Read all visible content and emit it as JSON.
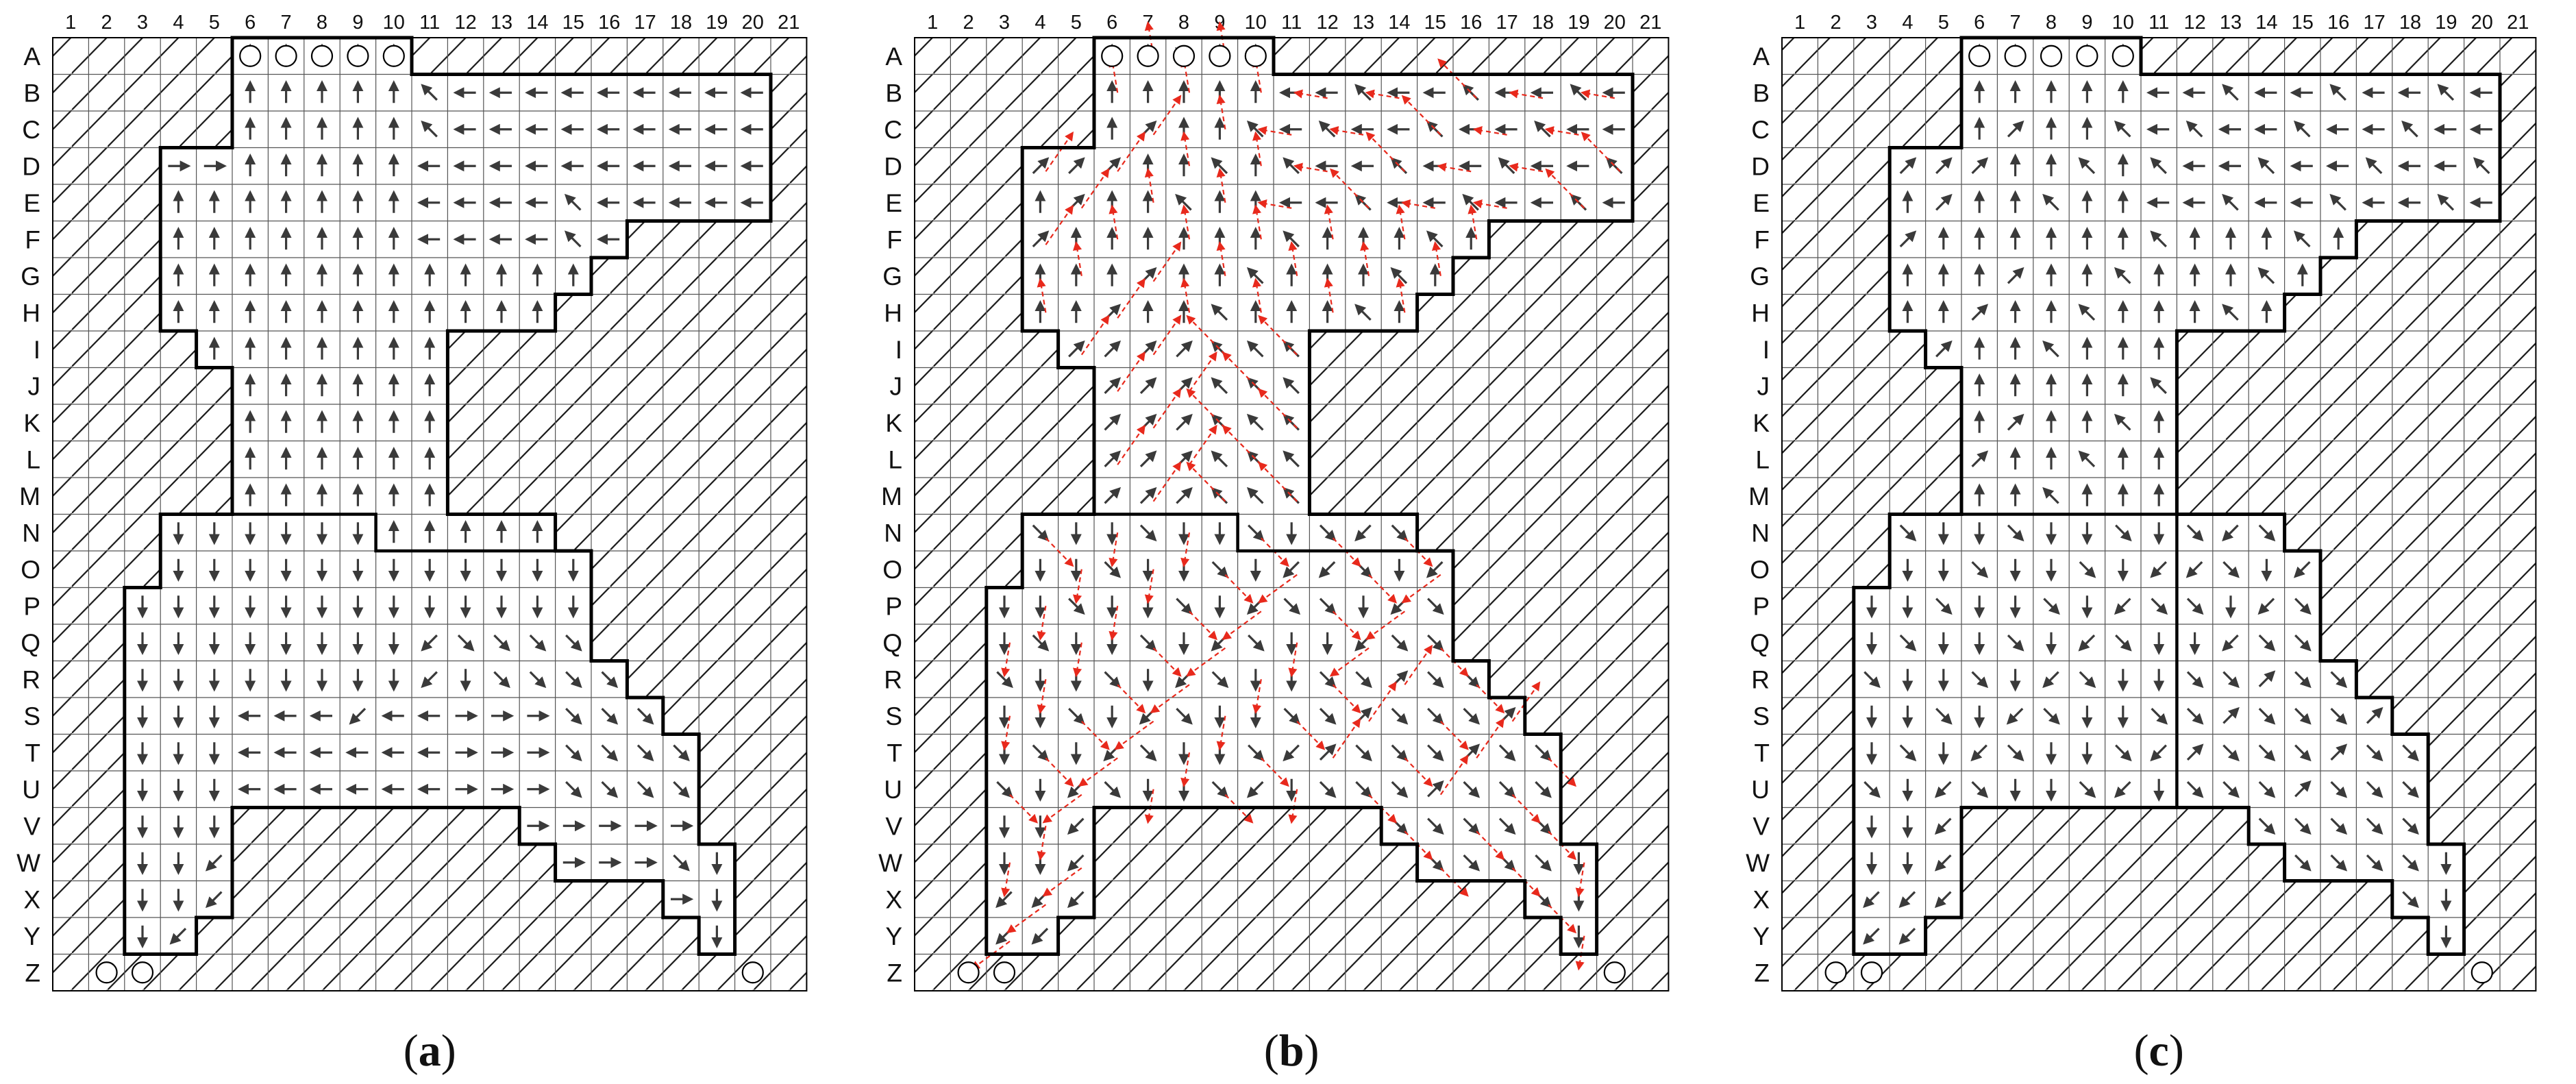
{
  "columns": [
    "1",
    "2",
    "3",
    "4",
    "5",
    "6",
    "7",
    "8",
    "9",
    "10",
    "11",
    "12",
    "13",
    "14",
    "15",
    "16",
    "17",
    "18",
    "19",
    "20",
    "21"
  ],
  "rows": [
    "A",
    "B",
    "C",
    "D",
    "E",
    "F",
    "G",
    "H",
    "I",
    "J",
    "K",
    "L",
    "M",
    "N",
    "O",
    "P",
    "Q",
    "R",
    "S",
    "T",
    "U",
    "V",
    "W",
    "X",
    "Y",
    "Z"
  ],
  "panels": [
    {
      "id": "a",
      "caption_open": "(",
      "caption_letter": "a",
      "caption_close": ")",
      "exits": [
        [
          0,
          5
        ],
        [
          0,
          6
        ],
        [
          0,
          7
        ],
        [
          0,
          8
        ],
        [
          0,
          9
        ],
        [
          25,
          1
        ],
        [
          25,
          2
        ],
        [
          25,
          19
        ]
      ],
      "red_paths": false
    },
    {
      "id": "b",
      "caption_open": "(",
      "caption_letter": "b",
      "caption_close": ")",
      "exits": [
        [
          0,
          5
        ],
        [
          0,
          6
        ],
        [
          0,
          7
        ],
        [
          0,
          8
        ],
        [
          0,
          9
        ],
        [
          25,
          1
        ],
        [
          25,
          2
        ],
        [
          25,
          19
        ]
      ],
      "red_paths": true
    },
    {
      "id": "c",
      "caption_open": "(",
      "caption_letter": "c",
      "caption_close": ")",
      "exits": [
        [
          0,
          5
        ],
        [
          0,
          6
        ],
        [
          0,
          7
        ],
        [
          0,
          8
        ],
        [
          0,
          9
        ],
        [
          25,
          1
        ],
        [
          25,
          2
        ],
        [
          25,
          19
        ]
      ],
      "red_paths": false
    }
  ],
  "colors": {
    "arrow": "#3a3a3a",
    "grid": "#9a9a9a",
    "boundary": "#000000",
    "path": "#e8291c",
    "hatch": "#1a1a1a"
  }
}
